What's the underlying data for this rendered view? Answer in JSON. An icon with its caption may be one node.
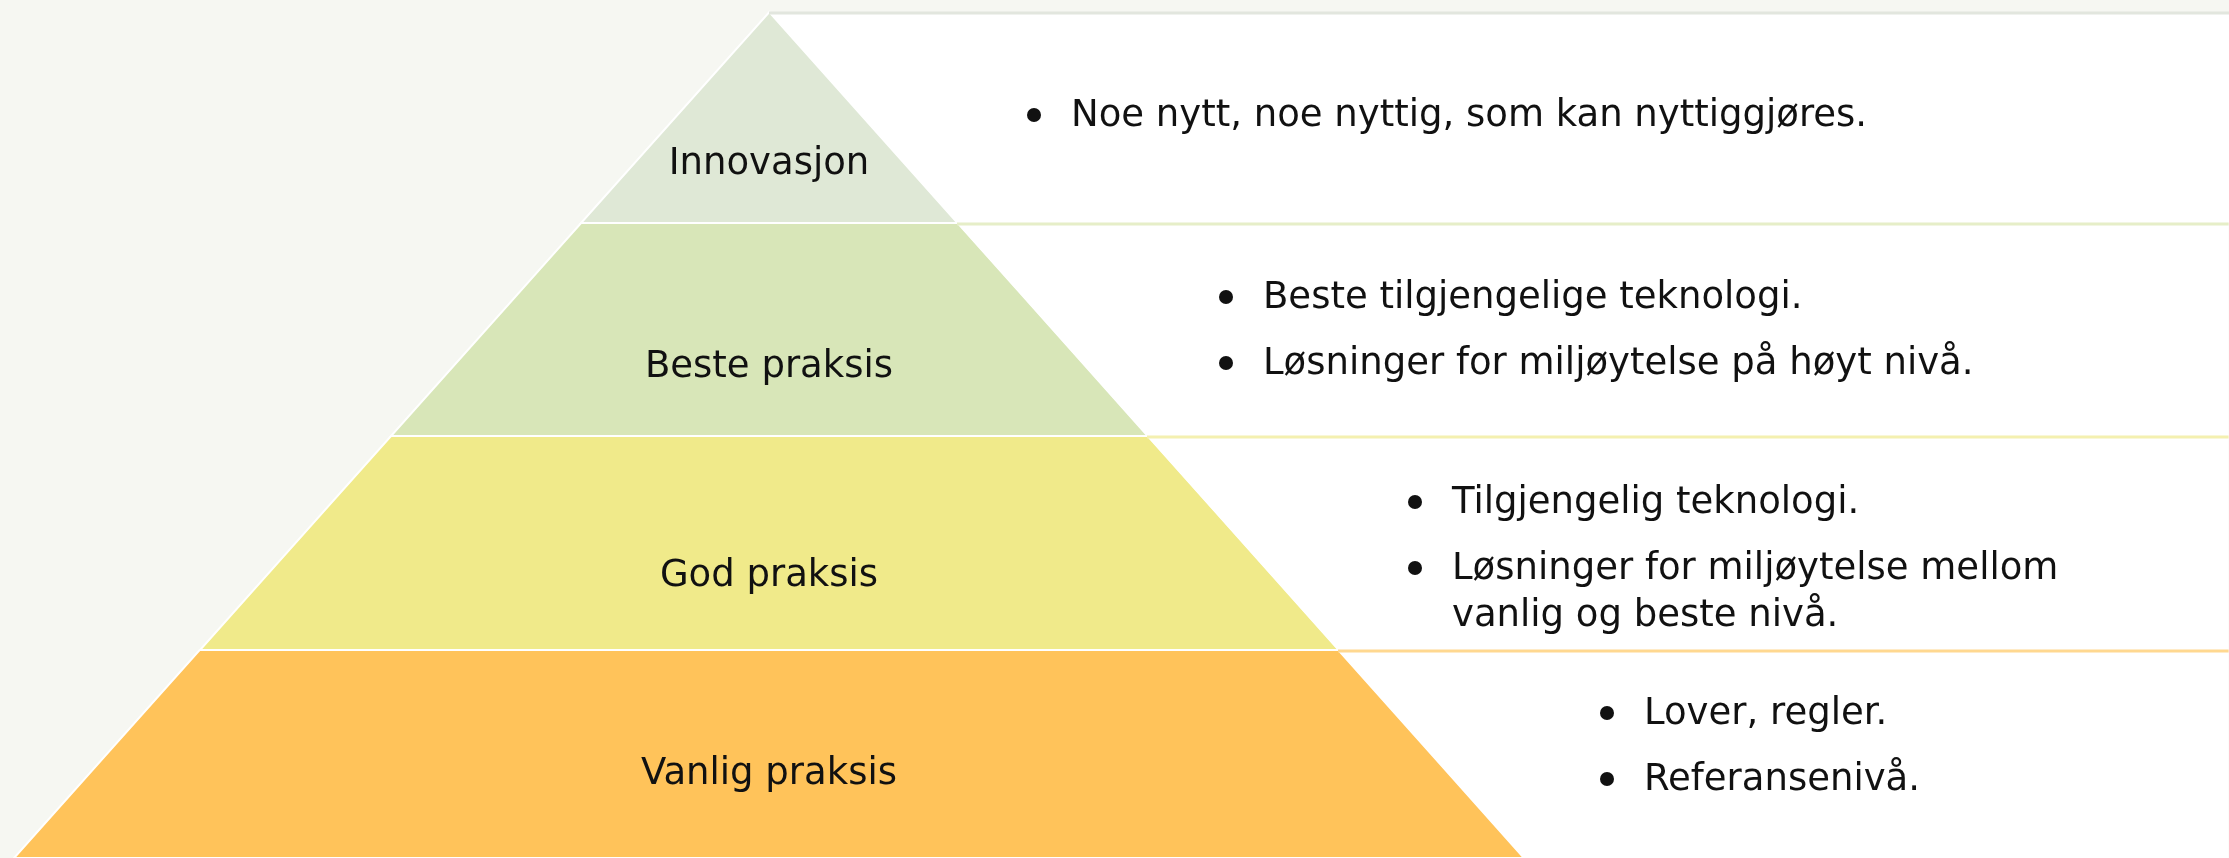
{
  "diagram": {
    "nodes": [
      {
        "text": [
          "Innovasjon"
        ]
      },
      {
        "text": [
          "Noe nytt, noe nyttig, som kan nyttiggjøres."
        ]
      },
      {
        "text": [
          "Beste praksis"
        ]
      },
      {
        "text": [
          "Beste tilgjengelige teknologi.",
          "Løsninger for miljøytelse på høyt nivå."
        ]
      },
      {
        "text": [
          "God praksis"
        ]
      },
      {
        "text": [
          "Tilgjengelig teknologi.",
          "Løsninger for miljøytelse mellom vanlig og beste nivå."
        ]
      },
      {
        "text": [
          "Vanlig praksis"
        ]
      },
      {
        "text": [
          "Lover, regler.",
          "Referansenivå."
        ]
      }
    ]
  }
}
